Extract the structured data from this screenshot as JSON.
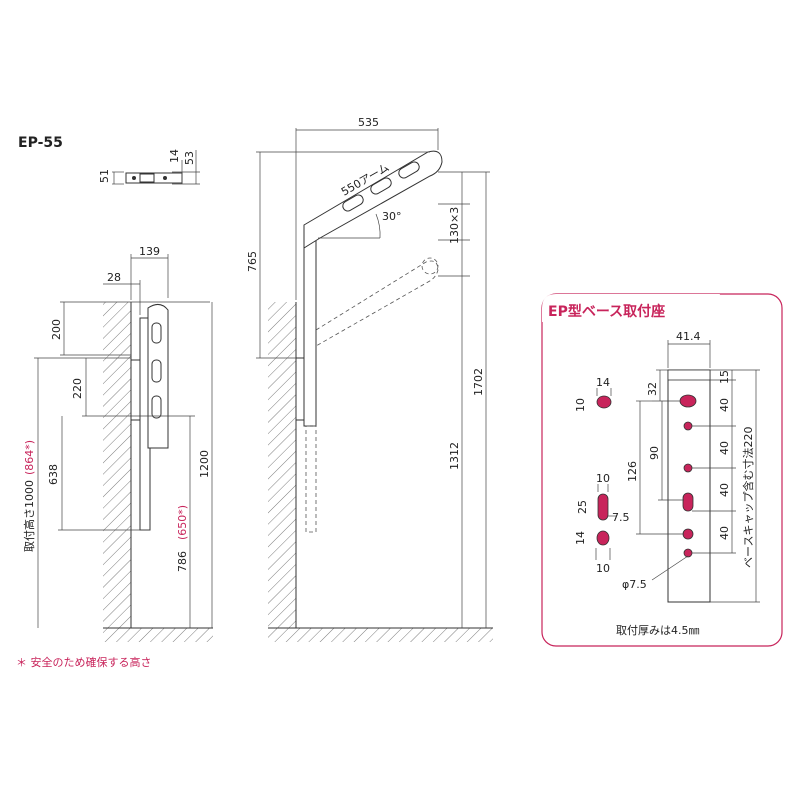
{
  "model": "EP-55",
  "top_view": {
    "dim_51": "51",
    "dim_14": "14",
    "dim_53": "53"
  },
  "side_view": {
    "dim_139": "139",
    "dim_28": "28",
    "dim_200": "200",
    "dim_220": "220",
    "dim_638": "638",
    "dim_1000_prefix": "取付高さ1000",
    "dim_1000_alt": "(864*)",
    "dim_1200": "1200",
    "dim_786_prefix": "786",
    "dim_786_alt": "(650*)"
  },
  "arm_view": {
    "dim_535": "535",
    "arm_label": "550アーム",
    "angle": "30°",
    "dim_130x3": "130×3",
    "dim_765": "765",
    "dim_1312": "1312",
    "dim_1702": "1702"
  },
  "footnote": "＊ 安全のため確保する高さ",
  "base_panel": {
    "title": "EP型ベース取付座",
    "dim_41_4": "41.4",
    "dim_32": "32",
    "dim_15": "15",
    "dim_40a": "40",
    "dim_40b": "40",
    "dim_40c": "40",
    "dim_40d": "40",
    "dim_90": "90",
    "dim_126": "126",
    "side_label": "ベースキャップ含む寸法220",
    "hole_14": "14",
    "hole_10": "10",
    "slot_10": "10",
    "slot_25": "25",
    "slot_7_5": "7.5",
    "bottom_14": "14",
    "bottom_10": "10",
    "phi": "φ7.5",
    "thickness": "取付厚みは4.5㎜"
  },
  "colors": {
    "accent": "#c8245b",
    "line": "#333333"
  }
}
